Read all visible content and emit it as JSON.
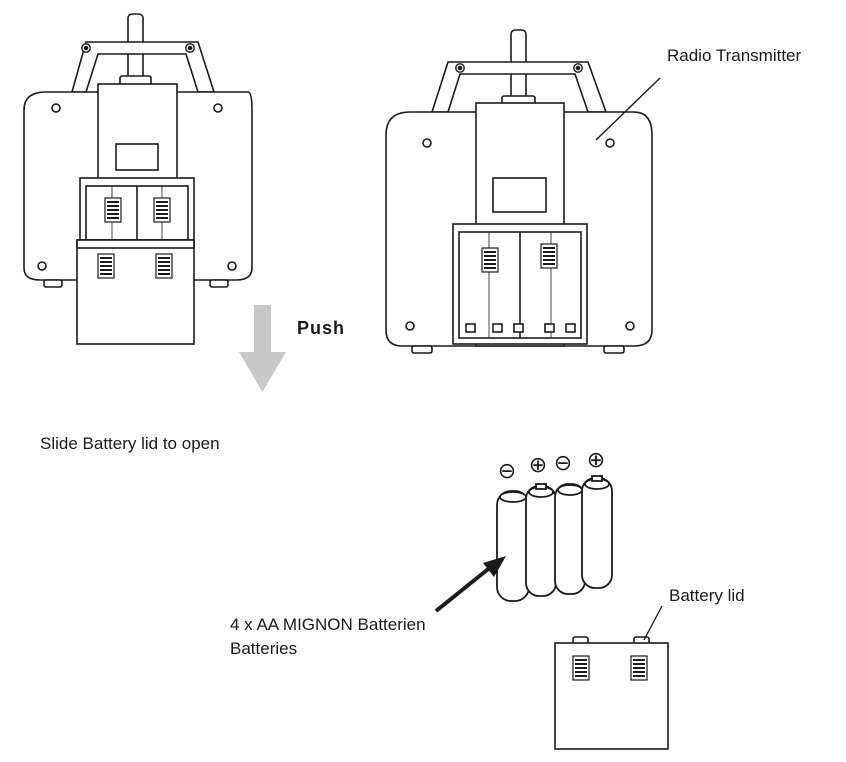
{
  "labels": {
    "radio_transmitter": "Radio Transmitter",
    "push": "Push",
    "slide_instruction": "Slide Battery lid to open",
    "batteries_line1": "4 x AA MIGNON Batterien",
    "batteries_line2": "Batteries",
    "battery_lid": "Battery lid"
  },
  "polarity_symbols": [
    "⊖",
    "⊕",
    "⊖",
    "⊕"
  ],
  "colors": {
    "line": "#1a1a1a",
    "arrow_fill": "#c8c8c8",
    "background": "#ffffff"
  }
}
